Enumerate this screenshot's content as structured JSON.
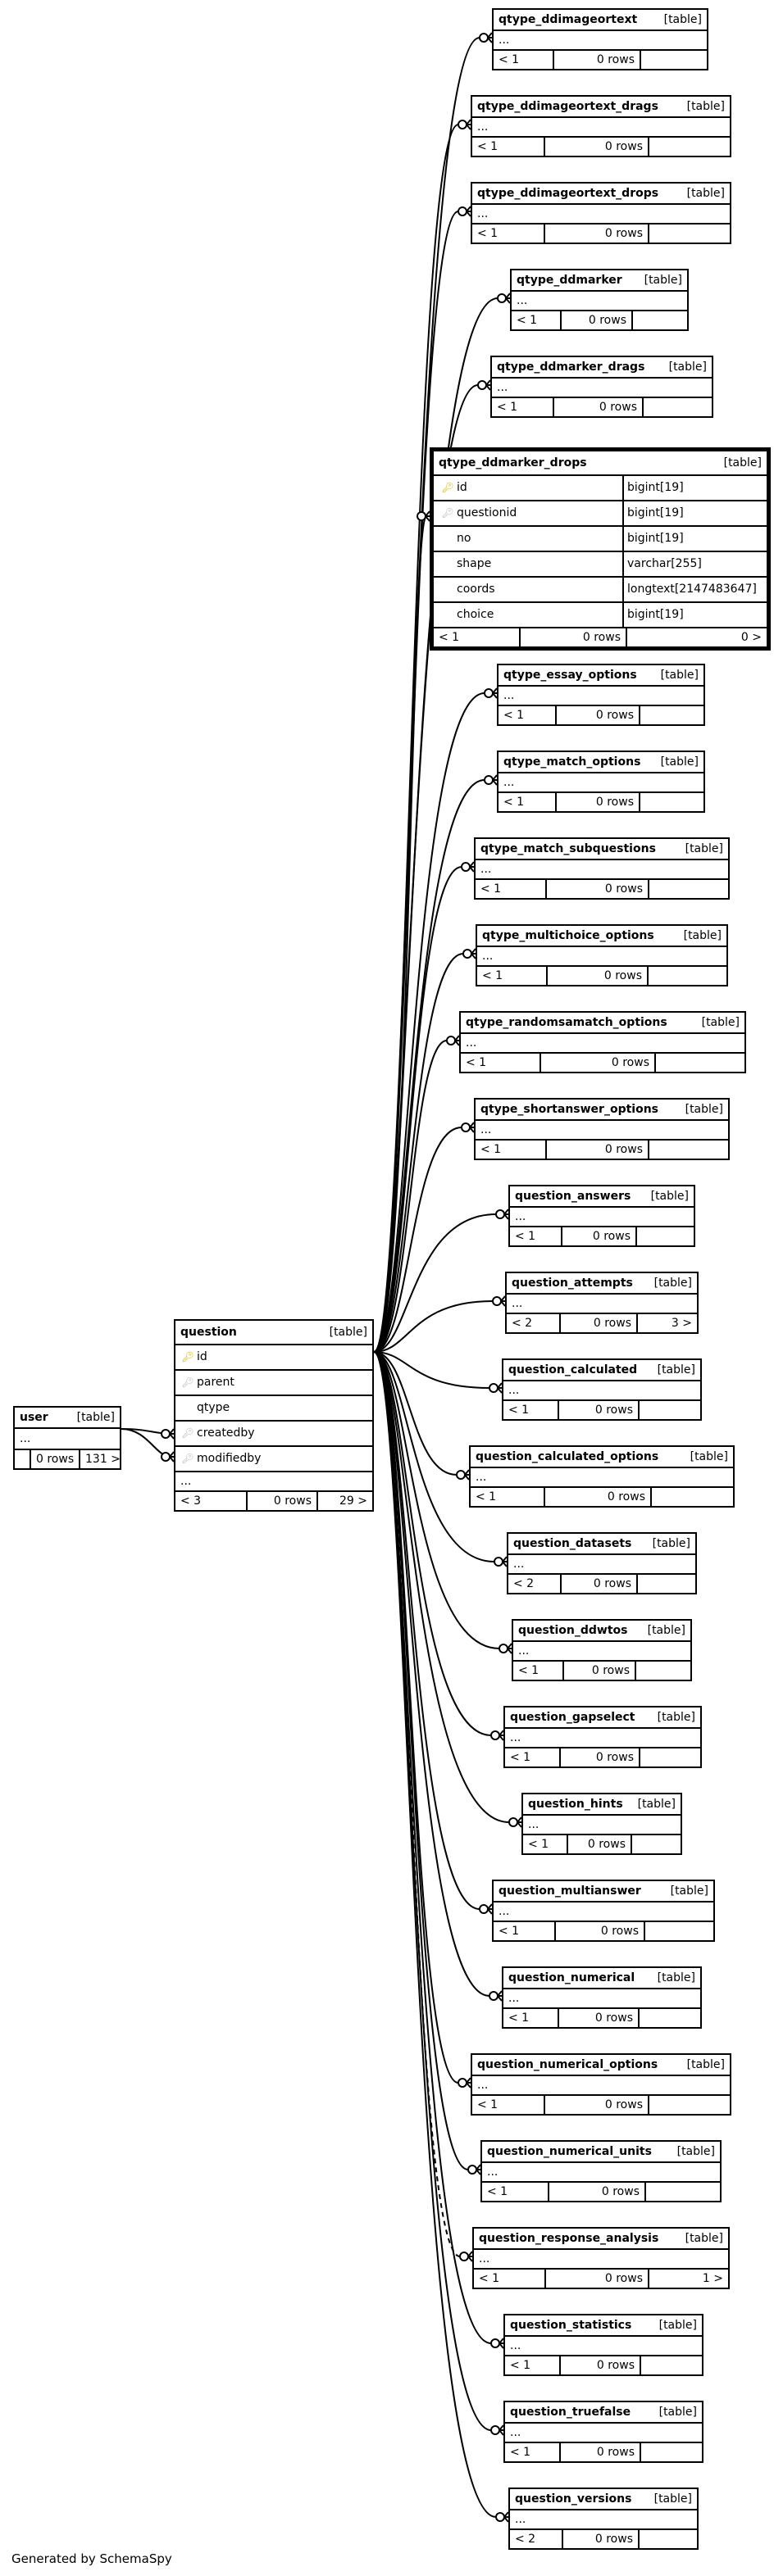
{
  "focus_table": {
    "name": "qtype_ddmarker_drops",
    "type": "[table]",
    "columns": [
      {
        "name": "id",
        "datatype": "bigint[19]",
        "key": "pk"
      },
      {
        "name": "questionid",
        "datatype": "bigint[19]",
        "key": "fk"
      },
      {
        "name": "no",
        "datatype": "bigint[19]",
        "key": ""
      },
      {
        "name": "shape",
        "datatype": "varchar[255]",
        "key": ""
      },
      {
        "name": "coords",
        "datatype": "longtext[2147483647]",
        "key": ""
      },
      {
        "name": "choice",
        "datatype": "bigint[19]",
        "key": ""
      }
    ],
    "footer": {
      "children": "< 1",
      "rows": "0 rows",
      "parents": "0 >"
    }
  },
  "question_table": {
    "name": "question",
    "type": "[table]",
    "columns": [
      {
        "name": "id",
        "key": "pk"
      },
      {
        "name": "parent",
        "key": "fk"
      },
      {
        "name": "qtype",
        "key": ""
      },
      {
        "name": "createdby",
        "key": "fk"
      },
      {
        "name": "modifiedby",
        "key": "fk"
      }
    ],
    "more": "...",
    "footer": {
      "children": "< 3",
      "rows": "0 rows",
      "parents": "29 >"
    }
  },
  "user_table": {
    "name": "user",
    "type": "[table]",
    "more": "...",
    "footer": {
      "children": "",
      "rows": "0 rows",
      "parents": "131 >"
    }
  },
  "related_tables": [
    {
      "name": "qtype_ddimageortext",
      "type": "[table]",
      "more": "...",
      "children": "< 1",
      "rows": "0 rows",
      "parents": ""
    },
    {
      "name": "qtype_ddimageortext_drags",
      "type": "[table]",
      "more": "...",
      "children": "< 1",
      "rows": "0 rows",
      "parents": ""
    },
    {
      "name": "qtype_ddimageortext_drops",
      "type": "[table]",
      "more": "...",
      "children": "< 1",
      "rows": "0 rows",
      "parents": ""
    },
    {
      "name": "qtype_ddmarker",
      "type": "[table]",
      "more": "...",
      "children": "< 1",
      "rows": "0 rows",
      "parents": ""
    },
    {
      "name": "qtype_ddmarker_drags",
      "type": "[table]",
      "more": "...",
      "children": "< 1",
      "rows": "0 rows",
      "parents": ""
    },
    {
      "name": "qtype_essay_options",
      "type": "[table]",
      "more": "...",
      "children": "< 1",
      "rows": "0 rows",
      "parents": ""
    },
    {
      "name": "qtype_match_options",
      "type": "[table]",
      "more": "...",
      "children": "< 1",
      "rows": "0 rows",
      "parents": ""
    },
    {
      "name": "qtype_match_subquestions",
      "type": "[table]",
      "more": "...",
      "children": "< 1",
      "rows": "0 rows",
      "parents": ""
    },
    {
      "name": "qtype_multichoice_options",
      "type": "[table]",
      "more": "...",
      "children": "< 1",
      "rows": "0 rows",
      "parents": ""
    },
    {
      "name": "qtype_randomsamatch_options",
      "type": "[table]",
      "more": "...",
      "children": "< 1",
      "rows": "0 rows",
      "parents": ""
    },
    {
      "name": "qtype_shortanswer_options",
      "type": "[table]",
      "more": "...",
      "children": "< 1",
      "rows": "0 rows",
      "parents": ""
    },
    {
      "name": "question_answers",
      "type": "[table]",
      "more": "...",
      "children": "< 1",
      "rows": "0 rows",
      "parents": ""
    },
    {
      "name": "question_attempts",
      "type": "[table]",
      "more": "...",
      "children": "< 2",
      "rows": "0 rows",
      "parents": "3 >"
    },
    {
      "name": "question_calculated",
      "type": "[table]",
      "more": "...",
      "children": "< 1",
      "rows": "0 rows",
      "parents": ""
    },
    {
      "name": "question_calculated_options",
      "type": "[table]",
      "more": "...",
      "children": "< 1",
      "rows": "0 rows",
      "parents": ""
    },
    {
      "name": "question_datasets",
      "type": "[table]",
      "more": "...",
      "children": "< 2",
      "rows": "0 rows",
      "parents": ""
    },
    {
      "name": "question_ddwtos",
      "type": "[table]",
      "more": "...",
      "children": "< 1",
      "rows": "0 rows",
      "parents": ""
    },
    {
      "name": "question_gapselect",
      "type": "[table]",
      "more": "...",
      "children": "< 1",
      "rows": "0 rows",
      "parents": ""
    },
    {
      "name": "question_hints",
      "type": "[table]",
      "more": "...",
      "children": "< 1",
      "rows": "0 rows",
      "parents": ""
    },
    {
      "name": "question_multianswer",
      "type": "[table]",
      "more": "...",
      "children": "< 1",
      "rows": "0 rows",
      "parents": ""
    },
    {
      "name": "question_numerical",
      "type": "[table]",
      "more": "...",
      "children": "< 1",
      "rows": "0 rows",
      "parents": ""
    },
    {
      "name": "question_numerical_options",
      "type": "[table]",
      "more": "...",
      "children": "< 1",
      "rows": "0 rows",
      "parents": ""
    },
    {
      "name": "question_numerical_units",
      "type": "[table]",
      "more": "...",
      "children": "< 1",
      "rows": "0 rows",
      "parents": ""
    },
    {
      "name": "question_response_analysis",
      "type": "[table]",
      "more": "...",
      "children": "< 1",
      "rows": "0 rows",
      "parents": "1 >"
    },
    {
      "name": "question_statistics",
      "type": "[table]",
      "more": "...",
      "children": "< 1",
      "rows": "0 rows",
      "parents": ""
    },
    {
      "name": "question_truefalse",
      "type": "[table]",
      "more": "...",
      "children": "< 1",
      "rows": "0 rows",
      "parents": ""
    },
    {
      "name": "question_versions",
      "type": "[table]",
      "more": "...",
      "children": "< 2",
      "rows": "0 rows",
      "parents": ""
    }
  ],
  "generated_by": "Generated by SchemaSpy"
}
